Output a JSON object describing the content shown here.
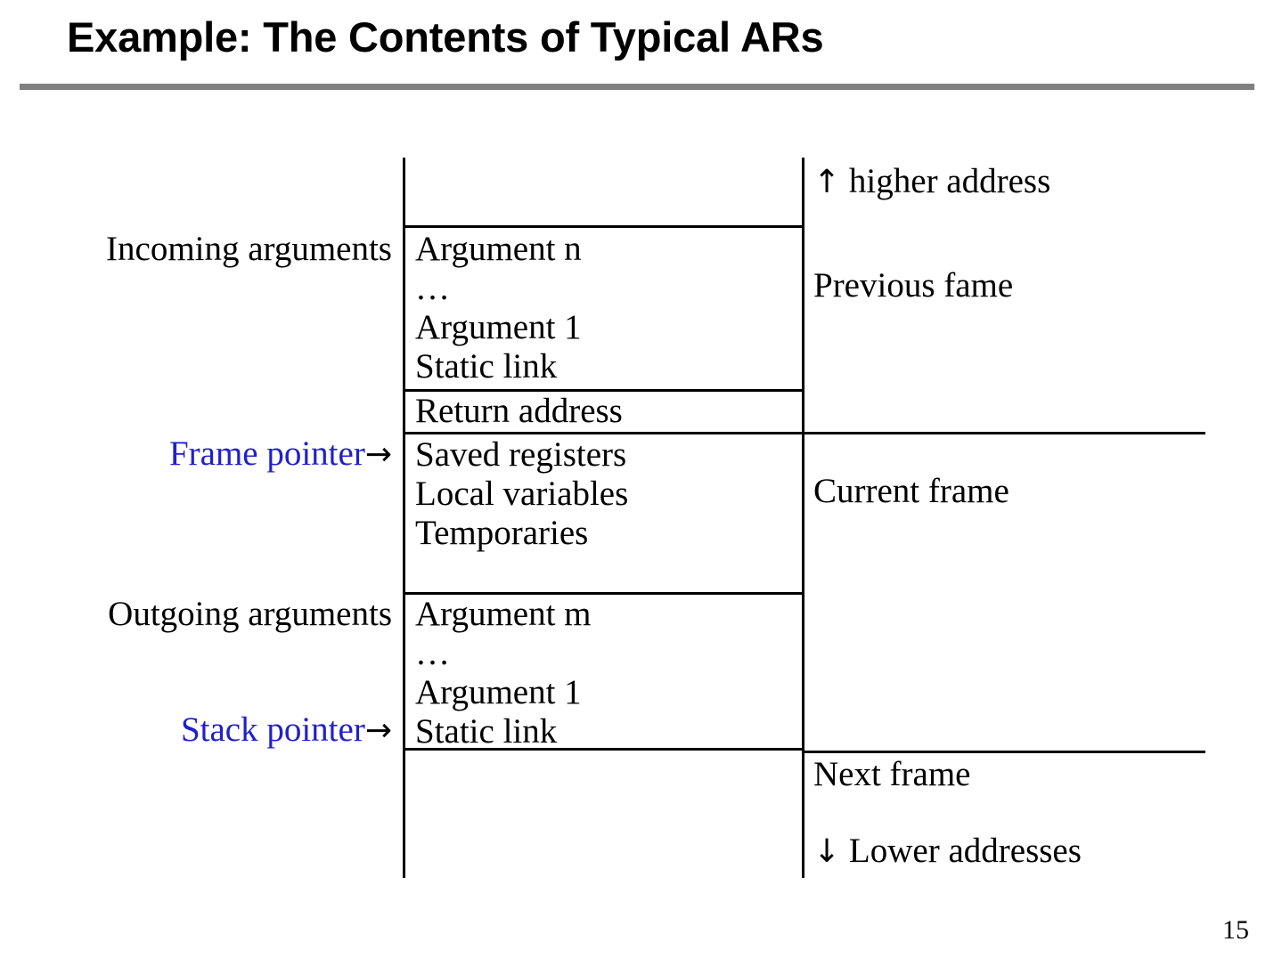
{
  "slide": {
    "title": "Example: The Contents of Typical ARs",
    "page_number": "15",
    "accent_rule_color": "#808080",
    "pointer_color": "#2020CC"
  },
  "diagram": {
    "left_captions": {
      "incoming_arguments": "Incoming arguments",
      "outgoing_arguments": "Outgoing arguments",
      "frame_pointer": "Frame pointer",
      "stack_pointer": "Stack pointer",
      "pointer_arrow": "→"
    },
    "cells": {
      "incoming_block": "Argument n\n…\nArgument 1\nStatic link",
      "return_address": "Return address",
      "saved_block": "Saved registers\nLocal variables\nTemporaries",
      "outgoing_block": "Argument m\n…\nArgument 1\nStatic link"
    },
    "right_notes": {
      "higher_address_arrow": "↑",
      "higher_address": "higher address",
      "previous_frame": "Previous fame",
      "current_frame": "Current frame",
      "next_frame": "Next frame",
      "lower_addresses_arrow": "↓",
      "lower_addresses": "Lower addresses"
    }
  }
}
